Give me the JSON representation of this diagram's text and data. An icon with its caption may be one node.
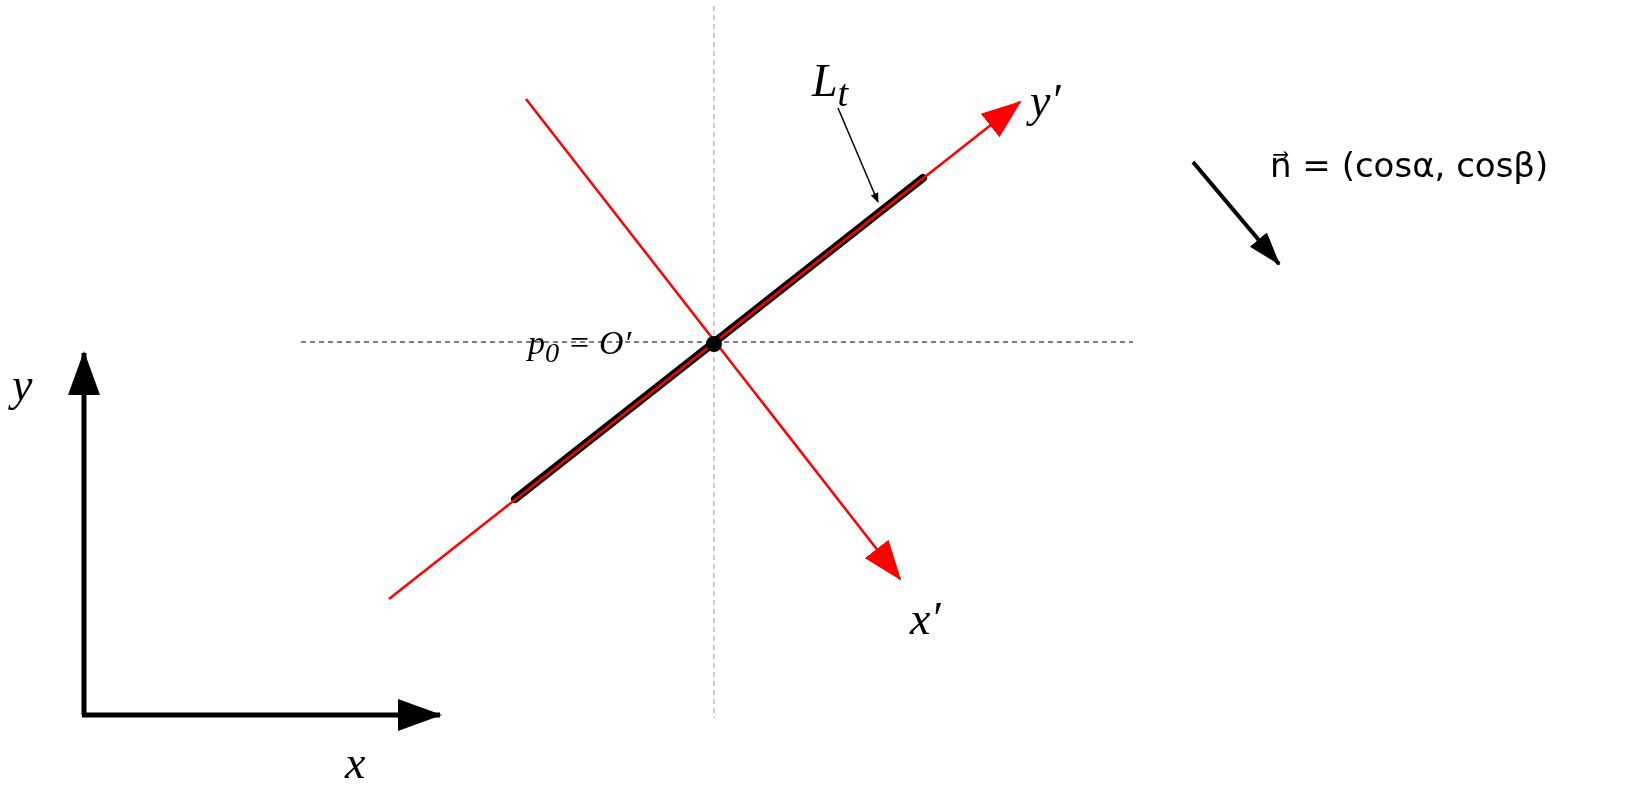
{
  "diagram": {
    "nodes": [
      {
        "text": [
          "L$_{t}$"
        ]
      },
      {
        "text": [],
        "shape": "bar"
      }
    ],
    "edges": [
      {
        "from": 0,
        "to": 1,
        "arrow": "to"
      }
    ],
    "labels": [
      "y′",
      "y",
      "p$_{0}$ = O′",
      "x′",
      "x",
      "n⃗ = (cosα, cosβ)"
    ]
  }
}
